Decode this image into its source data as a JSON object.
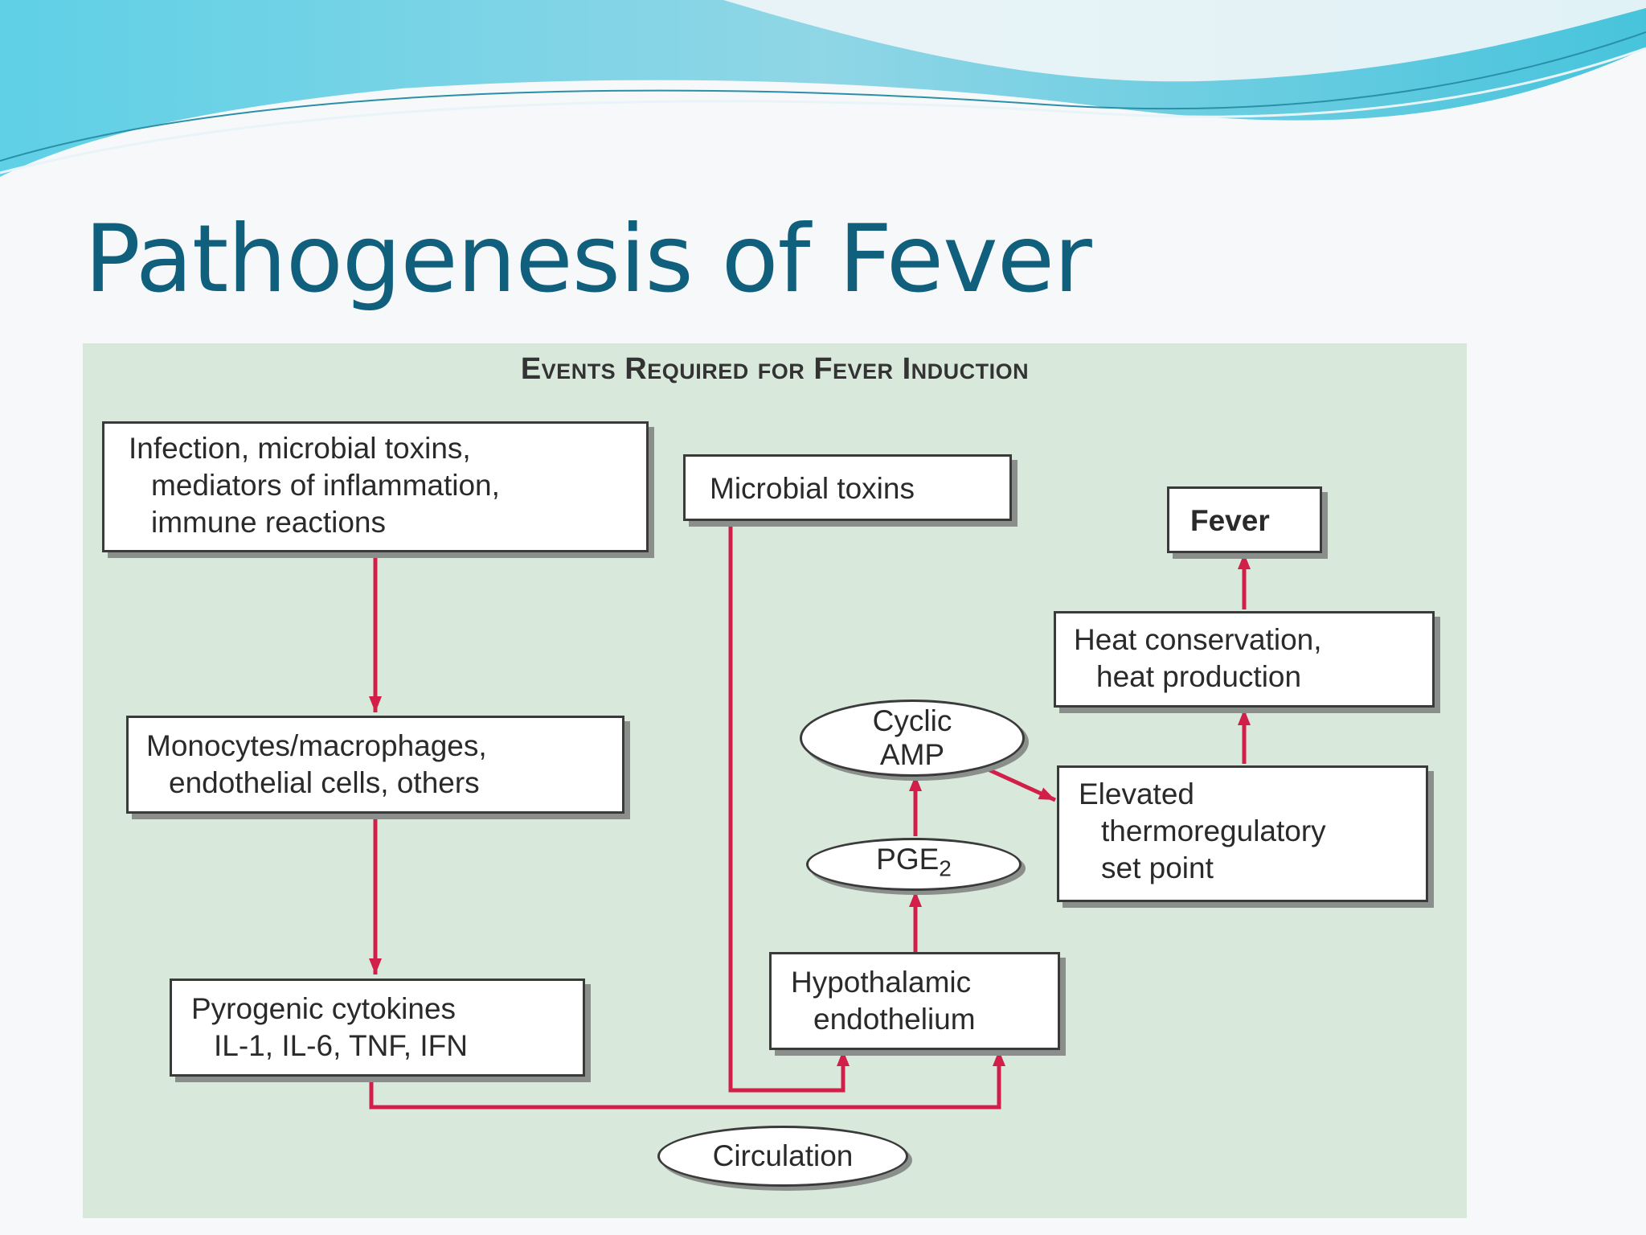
{
  "slide": {
    "title": "Pathogenesis of Fever",
    "colors": {
      "title": "#0f5f7d",
      "panel": "#d8e9dc",
      "arrow": "#d21f4a",
      "wave": "#5bc7dc"
    }
  },
  "diagram": {
    "title": "Events Required for Fever Induction",
    "infection_box": {
      "line1": "Infection, microbial toxins,",
      "line2": "mediators of inflammation,",
      "line3": "immune reactions"
    },
    "microbial_toxins": "Microbial toxins",
    "fever": "Fever",
    "heat_box": {
      "line1": "Heat conservation,",
      "line2": "heat production"
    },
    "cyclic_amp": {
      "line1": "Cyclic",
      "line2": "AMP"
    },
    "pge2": {
      "base": "PGE",
      "sub": "2"
    },
    "monocytes_box": {
      "line1": "Monocytes/macrophages,",
      "line2": "endothelial cells, others"
    },
    "setpoint_box": {
      "line1": "Elevated",
      "line2": "thermoregulatory",
      "line3": "set point"
    },
    "hypothalamic_box": {
      "line1": "Hypothalamic",
      "line2": "endothelium"
    },
    "cytokines_box": {
      "line1": "Pyrogenic cytokines",
      "line2": "IL-1, IL-6, TNF, IFN"
    },
    "circulation": "Circulation"
  }
}
